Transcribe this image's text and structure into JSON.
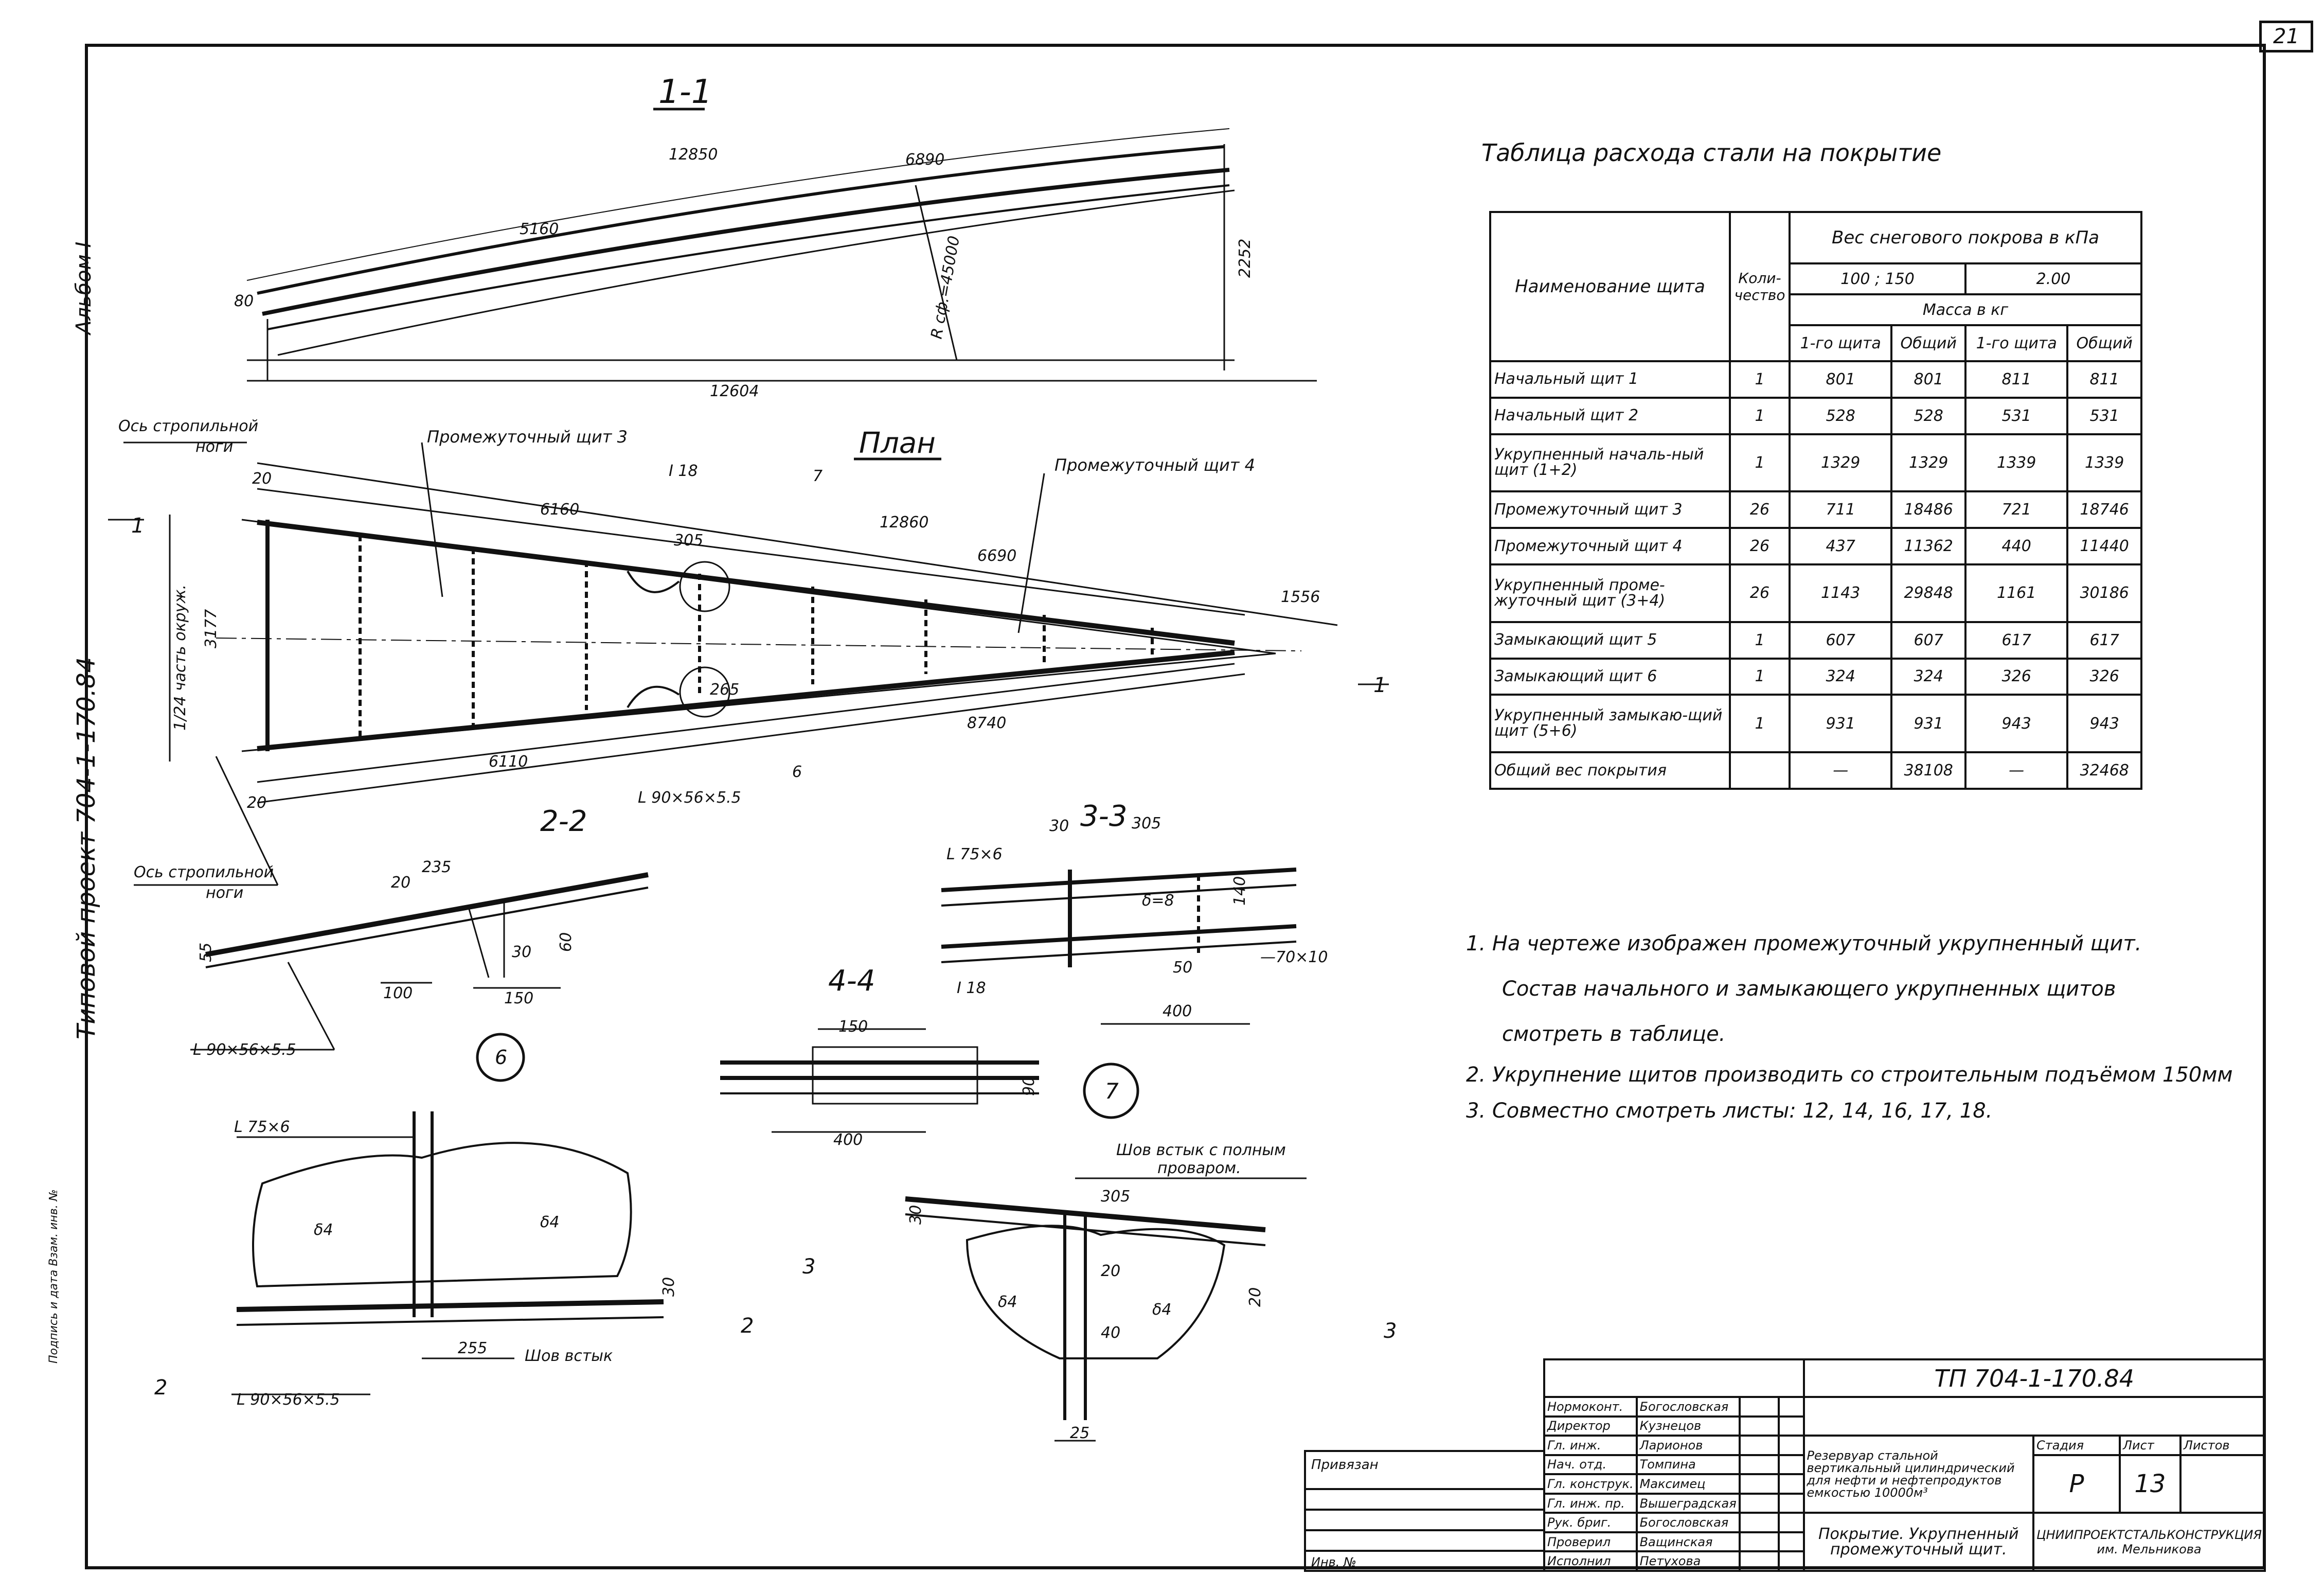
{
  "sheet_number": "21",
  "album": "Альбом I",
  "project_side": "Типовой проект 704-1-170.84",
  "left_stamp": "Подпись и дата  Взам. инв. №",
  "views": {
    "section_1_1": "1-1",
    "plan": "План",
    "section_2_2": "2-2",
    "section_3_3": "3-3",
    "section_4_4": "4-4",
    "node_6": "6",
    "node_7": "7"
  },
  "dims": {
    "d12850": "12850",
    "d6890": "6890",
    "d5160": "5160",
    "d80": "80",
    "d12604": "12604",
    "d2252": "2252",
    "radius": "R сф.=45000",
    "p20a": "20",
    "p6160": "6160",
    "p12860": "12860",
    "p6690": "6690",
    "p1556": "1556",
    "p305": "305",
    "p265": "265",
    "p3177": "3177",
    "p8740": "8740",
    "p6110": "6110",
    "p20b": "20",
    "s235": "235",
    "s20": "20",
    "s55": "55",
    "s100": "100",
    "s150": "150",
    "s30": "30",
    "s60": "60",
    "t30": "30",
    "t305": "305",
    "t140": "140",
    "t50": "50",
    "t400": "400",
    "f150": "150",
    "f90": "90",
    "f400": "400",
    "n305": "305",
    "n30": "30",
    "n20": "20",
    "n40": "40",
    "n25": "25",
    "b255": "255",
    "b30": "30"
  },
  "labels": {
    "axis_top": "Ось стропильной",
    "axis_top2": "ноги",
    "axis_bottom": "Ось стропильной",
    "axis_bottom2": "ноги",
    "quarter": "1/24 часть окруж.",
    "shield3": "Промежуточный щит 3",
    "shield4": "Промежуточный щит 4",
    "i18": "I 18",
    "i18b": "I 18",
    "lprofile": "L 90×56×5.5",
    "lprofile2": "L 90×56×5.5",
    "lprofile3": "L 90×56×5.5",
    "l75a": "L 75×6",
    "l75b": "L 75×6",
    "s8": "δ=8",
    "strip": "—70×10",
    "num7": "7",
    "num6": "6",
    "weld": "Шов встык",
    "weld_full": "Шов встык с полным",
    "weld_full2": "проваром.",
    "d4a": "δ4",
    "d4b": "δ4",
    "d4c": "δ4",
    "d4d": "δ4",
    "cut1": "1",
    "cut2": "2",
    "cut3": "3"
  },
  "table": {
    "title": "Таблица расхода стали на покрытие",
    "h_name": "Наименование щита",
    "h_qty": "Коли-чество",
    "h_snow": "Вес снегового покрова в кПа",
    "h_v1": "100 ; 150",
    "h_v2": "2.00",
    "h_mass": "Масса в кг",
    "h_one": "1-го щита",
    "h_total": "Общий",
    "rows": [
      {
        "name": "Начальный щит 1",
        "qty": "1",
        "a1": "801",
        "a2": "801",
        "b1": "811",
        "b2": "811"
      },
      {
        "name": "Начальный щит 2",
        "qty": "1",
        "a1": "528",
        "a2": "528",
        "b1": "531",
        "b2": "531"
      },
      {
        "name": "Укрупненный началь-ный щит (1+2)",
        "qty": "1",
        "a1": "1329",
        "a2": "1329",
        "b1": "1339",
        "b2": "1339"
      },
      {
        "name": "Промежуточный щит 3",
        "qty": "26",
        "a1": "711",
        "a2": "18486",
        "b1": "721",
        "b2": "18746"
      },
      {
        "name": "Промежуточный щит 4",
        "qty": "26",
        "a1": "437",
        "a2": "11362",
        "b1": "440",
        "b2": "11440"
      },
      {
        "name": "Укрупненный проме-жуточный щит (3+4)",
        "qty": "26",
        "a1": "1143",
        "a2": "29848",
        "b1": "1161",
        "b2": "30186"
      },
      {
        "name": "Замыкающий щит 5",
        "qty": "1",
        "a1": "607",
        "a2": "607",
        "b1": "617",
        "b2": "617"
      },
      {
        "name": "Замыкающий щит 6",
        "qty": "1",
        "a1": "324",
        "a2": "324",
        "b1": "326",
        "b2": "326"
      },
      {
        "name": "Укрупненный замыкаю-щий щит (5+6)",
        "qty": "1",
        "a1": "931",
        "a2": "931",
        "b1": "943",
        "b2": "943"
      },
      {
        "name": "Общий вес покрытия",
        "qty": "",
        "a1": "—",
        "a2": "38108",
        "b1": "—",
        "b2": "32468"
      }
    ]
  },
  "notes": [
    "1. На чертеже изображен промежуточный укрупненный щит.",
    "Состав начального и замыкающего укрупненных щитов",
    "смотреть в таблице.",
    "2. Укрупнение щитов производить со строительным подъёмом 150мм",
    "3. Совместно смотреть листы: 12, 14, 16, 17, 18."
  ],
  "stamp": {
    "code": "ТП 704-1-170.84",
    "binding": "Привязан",
    "inv": "Инв. №",
    "people": [
      {
        "role": "Нормоконт.",
        "name": "Богословская"
      },
      {
        "role": "Директор",
        "name": "Кузнецов"
      },
      {
        "role": "Гл. инж.",
        "name": "Ларионов"
      },
      {
        "role": "Нач. отд.",
        "name": "Томпина"
      },
      {
        "role": "Гл. конструк.",
        "name": "Максимец"
      },
      {
        "role": "Гл. инж. пр.",
        "name": "Вышеградская"
      },
      {
        "role": "Рук. бриг.",
        "name": "Богословская"
      },
      {
        "role": "Проверил",
        "name": "Ващинская"
      },
      {
        "role": "Исполнил",
        "name": "Петухова"
      }
    ],
    "object": "Резервуар стальной вертикальный цилиндрический для нефти и нефтепродуктов емкостью 10000м³",
    "sheet_title": "Покрытие. Укрупненный промежуточный щит.",
    "stage_h": "Стадия",
    "sheet_h": "Лист",
    "sheets_h": "Листов",
    "stage": "Р",
    "sheet": "13",
    "org": "ЦНИИПРОЕКТСТАЛЬКОНСТРУКЦИЯ им. Мельникова"
  }
}
